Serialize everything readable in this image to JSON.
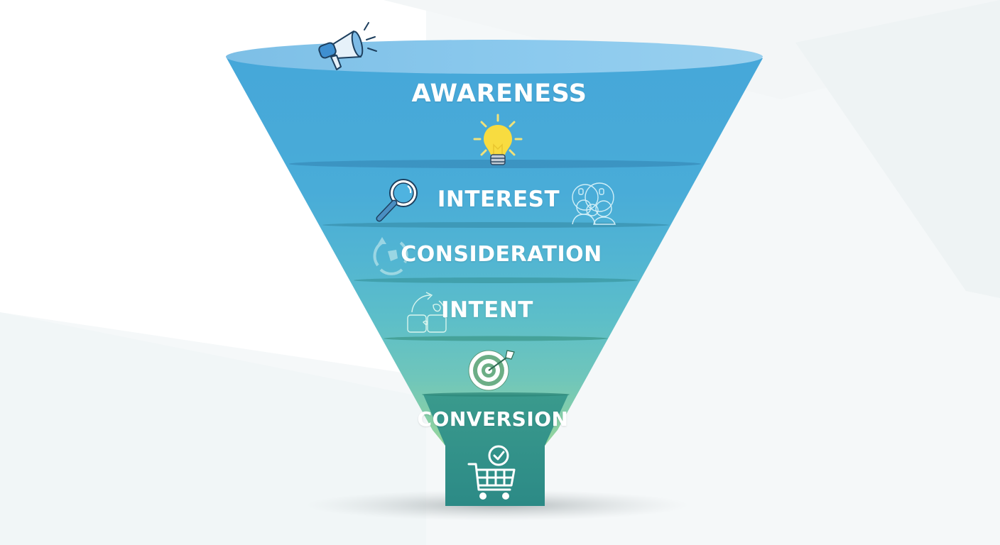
{
  "diagram": {
    "type": "marketing-funnel",
    "stages": [
      {
        "label": "AWARENESS",
        "icon": "lightbulb-icon",
        "color": "#46a8d8"
      },
      {
        "label": "INTEREST",
        "icon": "magnifying-glass-icon",
        "icon_secondary": "people-group-icon",
        "color": "#4db2d4"
      },
      {
        "label": "CONSIDERATION",
        "icon": "cycle-arrows-icon",
        "color": "#58bcc8"
      },
      {
        "label": "INTENT",
        "icon": "puzzle-cycle-icon",
        "color": "#6cc4bc"
      },
      {
        "label": "",
        "icon": "target-arrow-icon",
        "color": "#8fd39e"
      },
      {
        "label": "CONVERSION",
        "icon": "shopping-cart-check-icon",
        "color": "#3a9a8c"
      }
    ],
    "top_icon": "megaphone-icon",
    "colors": {
      "top_rim": "#8cc8ea",
      "awareness": "#46a8d8",
      "stem": "#2f8f88",
      "bulb": "#f7dc4a",
      "text": "#ffffff"
    }
  }
}
